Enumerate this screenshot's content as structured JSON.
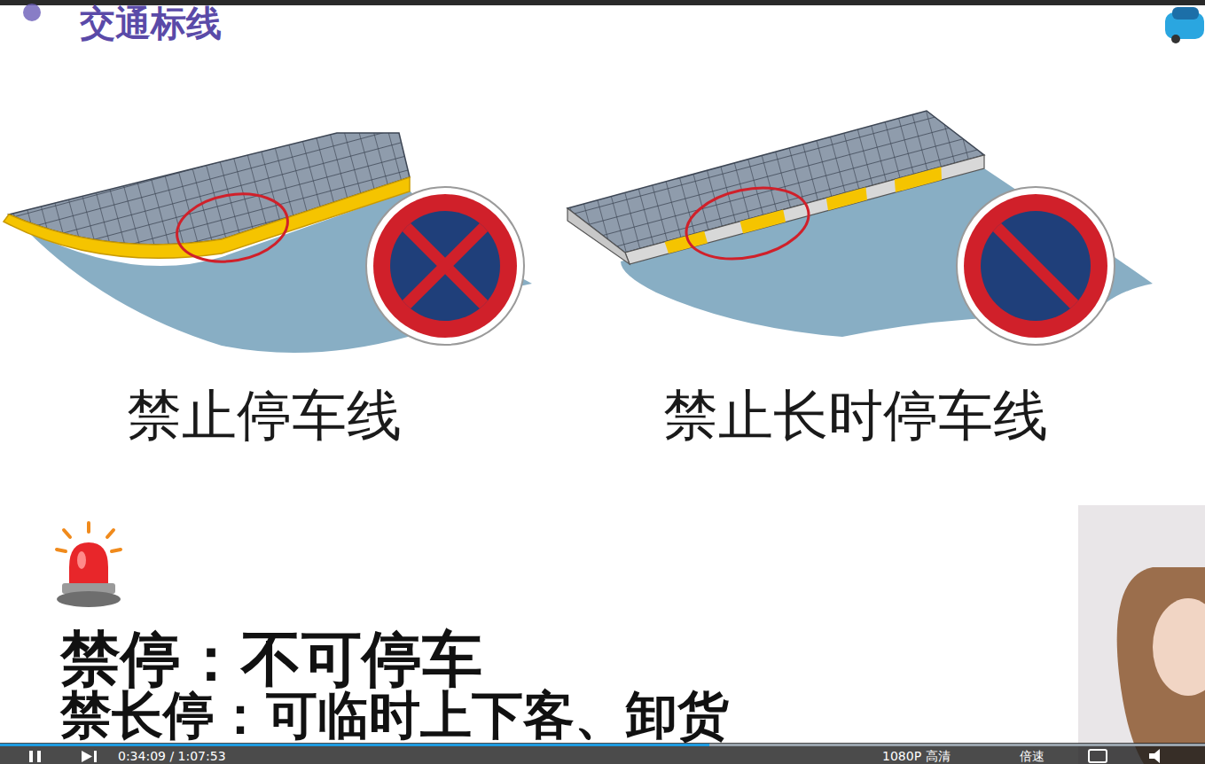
{
  "diagram": {
    "title": "交通标线",
    "labels": [
      "禁止停车线",
      "禁止长时停车线",
      "禁停：不可停车",
      "禁长停：可临时上下客、卸货",
      "0:34:09 / 1:07:53",
      "1080P 高清",
      "倍速"
    ]
  }
}
